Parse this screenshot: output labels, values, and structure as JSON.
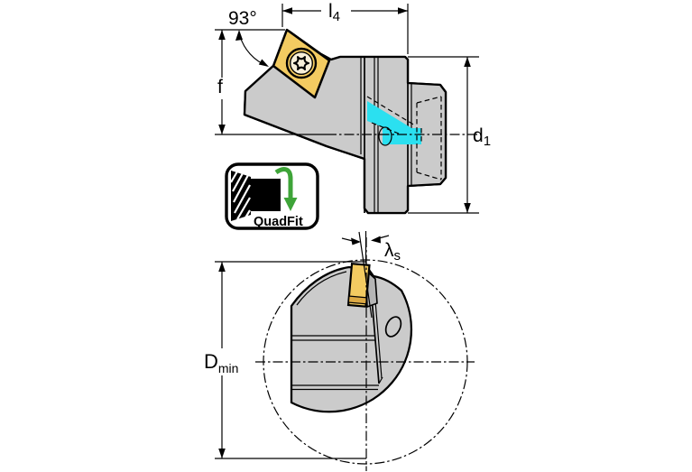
{
  "drawing": {
    "top_view": {
      "lead_angle": "93°",
      "dim_length_base": "l",
      "dim_length_sub": "4",
      "dim_offset": "f",
      "dim_diameter_base": "d",
      "dim_diameter_sub": "1"
    },
    "bottom_view": {
      "dim_min_diameter_base": "D",
      "dim_min_diameter_sub": "min",
      "dim_inclination_base": "λ",
      "dim_inclination_sub": "s"
    },
    "badge": {
      "label": "QuadFit"
    },
    "colors": {
      "insert": "#f3cb61",
      "insert_dark": "#dca944",
      "body": "#cbcbcb",
      "body_shade": "#bdbdbd",
      "screw_face": "#f7efd9",
      "coolant": "#2be0f0",
      "green_arrow": "#3ea438"
    }
  }
}
